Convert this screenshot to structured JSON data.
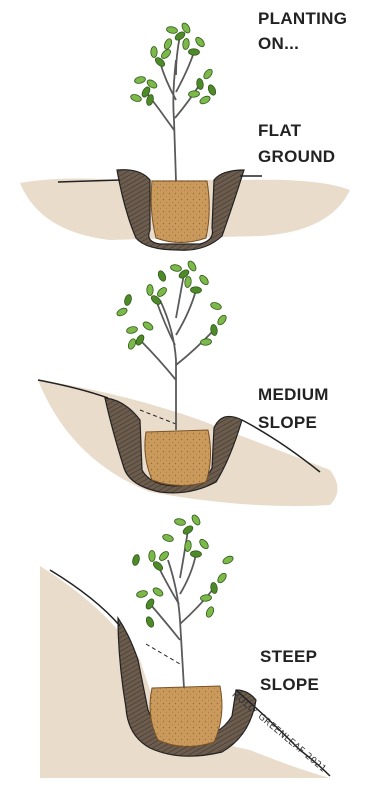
{
  "header": {
    "title_line1": "PLANTING",
    "title_line2": "ON..."
  },
  "panels": [
    {
      "label_line1": "FLAT",
      "label_line2": "GROUND"
    },
    {
      "label_line1": "MEDIUM",
      "label_line2": "SLOPE"
    },
    {
      "label_line1": "STEEP",
      "label_line2": "SLOPE"
    }
  ],
  "signature": "HOLLY GREENLEAF 2021",
  "colors": {
    "soil": "#e9dccb",
    "soil_shadow": "#d9c9b2",
    "hole_wall": "#6b5c4e",
    "rootball": "#c99a5c",
    "rootball_dark": "#a9773f",
    "leaf": "#7cb84a",
    "leaf_dark": "#4f8a2a",
    "stem": "#5a5a5a",
    "ink": "#222222"
  }
}
